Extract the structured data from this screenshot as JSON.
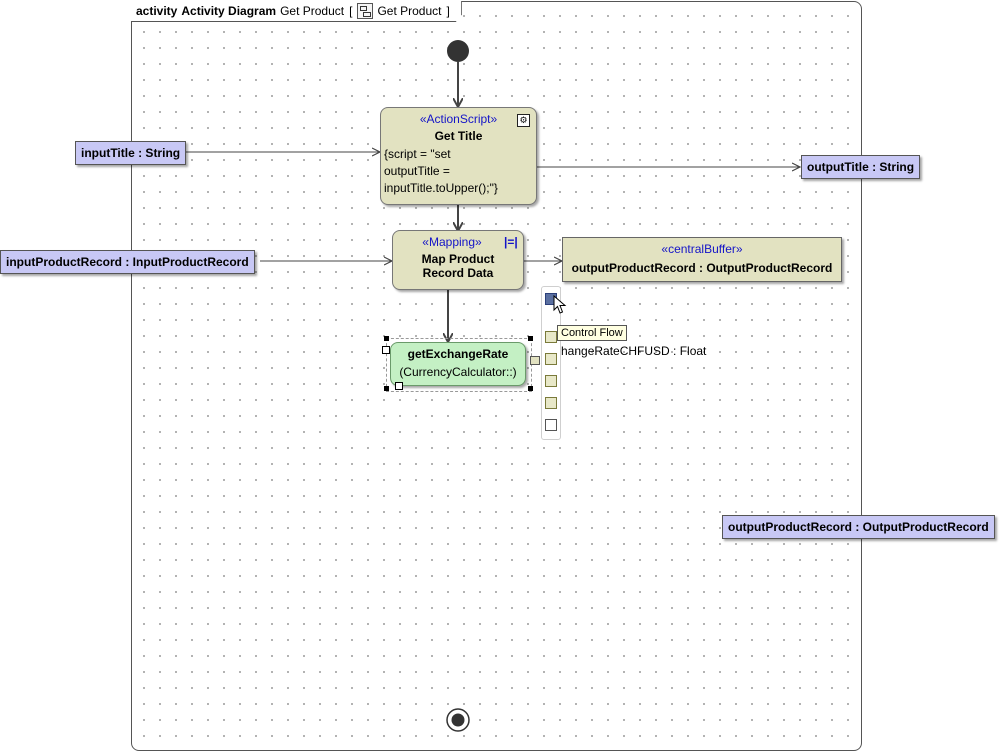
{
  "frame": {
    "keyword": "activity",
    "diagram_title": "Activity Diagram",
    "activity_name": "Get Product",
    "bracket_open": "[",
    "ref_name": "Get Product",
    "bracket_close": "]"
  },
  "nodes": {
    "action_script": {
      "stereotype": "«ActionScript»",
      "title": "Get Title",
      "body_lines": [
        "{script = \"set",
        "outputTitle =",
        "inputTitle.toUpper();\"}"
      ]
    },
    "mapping": {
      "stereotype": "«Mapping»",
      "title_lines": [
        "Map Product",
        "Record Data"
      ]
    },
    "central_buffer": {
      "stereotype": "«centralBuffer»",
      "name": "outputProductRecord : OutputProductRecord"
    },
    "call_operation": {
      "name": "getExchangeRate",
      "owner": "(CurrencyCalculator::)"
    },
    "pins": {
      "input_title": "inputTitle : String",
      "input_product_record": "inputProductRecord : InputProductRecord",
      "output_title": "outputTitle : String",
      "output_product_record": "outputProductRecord : OutputProductRecord"
    },
    "pin_label_partial": "hangeRateCHFUSD : Float"
  },
  "tooltip": "Control Flow",
  "icons": {
    "initial": "initial-node",
    "final": "activity-final-node",
    "script": "gear-icon",
    "mapping": "mapping-icon",
    "diagram": "activity-diagram-icon",
    "cursor": "mouse-pointer-icon"
  },
  "colors": {
    "action_fill": "#e2e2c1",
    "pin_fill": "#c8c8f5",
    "call_fill": "#c4f0c4",
    "stereotype_text": "#1414c8",
    "tooltip_fill": "#ffffe1"
  }
}
